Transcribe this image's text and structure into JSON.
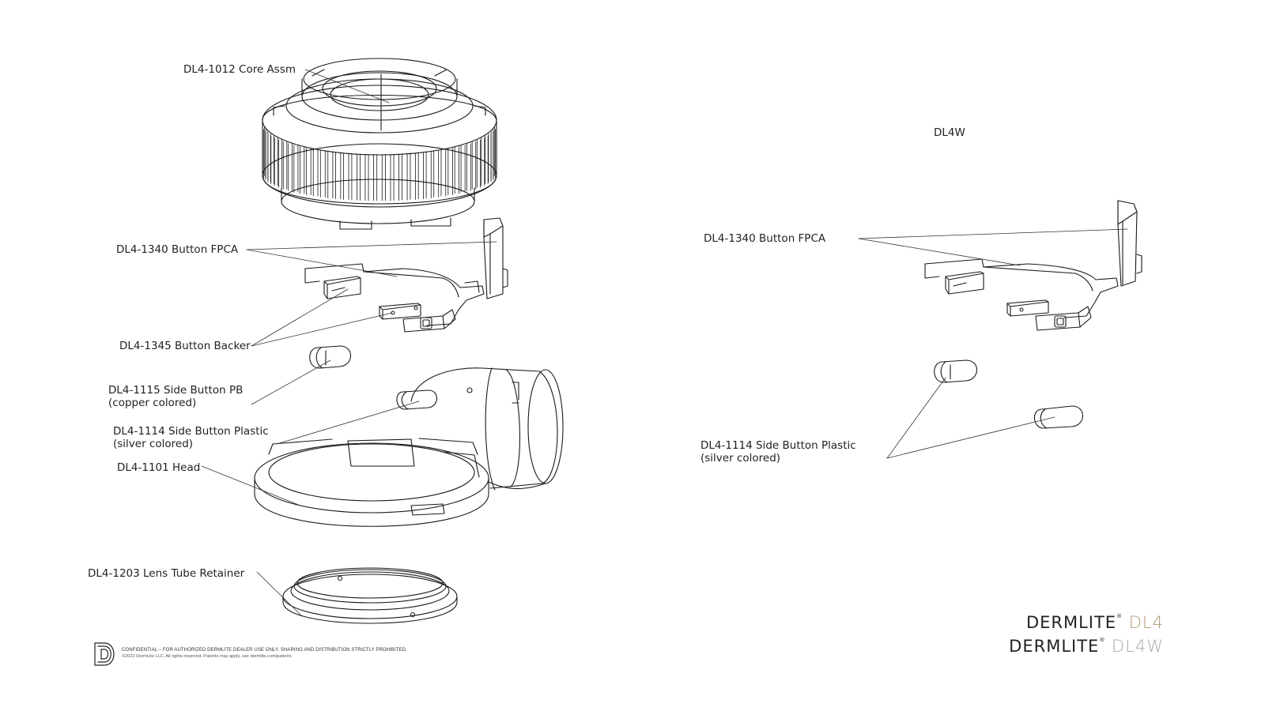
{
  "labels": {
    "core_assm": "DL4-1012 Core Assm",
    "button_fpca_left": "DL4-1340 Button FPCA",
    "button_backer": "DL4-1345 Button Backer",
    "side_button_pb_line1": "DL4-1115 Side Button PB",
    "side_button_pb_line2": "(copper colored)",
    "side_button_plastic_left_line1": "DL4-1114 Side Button Plastic",
    "side_button_plastic_left_line2": "(silver colored)",
    "head": "DL4-1101 Head",
    "lens_tube_retainer": "DL4-1203 Lens Tube Retainer",
    "dl4w_title": "DL4W",
    "button_fpca_right": "DL4-1340 Button FPCA",
    "side_button_plastic_right_line1": "DL4-1114 Side Button Plastic",
    "side_button_plastic_right_line2": "(silver colored)"
  },
  "footer": {
    "confidential": "CONFIDENTIAL – FOR AUTHORIZED DERMLITE DEALER USE ONLY. SHARING AND DISTRIBUTION STRICTLY PROHIBITED.",
    "copyright": "©2022 DermLite LLC. All rights reserved. Patents may apply, see dermlite.com/patents"
  },
  "brand": {
    "name": "DERMLITE",
    "model_1": "DL4",
    "model_2": "DL4W",
    "color_1": "#b39b74",
    "color_2": "#a9a9a9"
  }
}
